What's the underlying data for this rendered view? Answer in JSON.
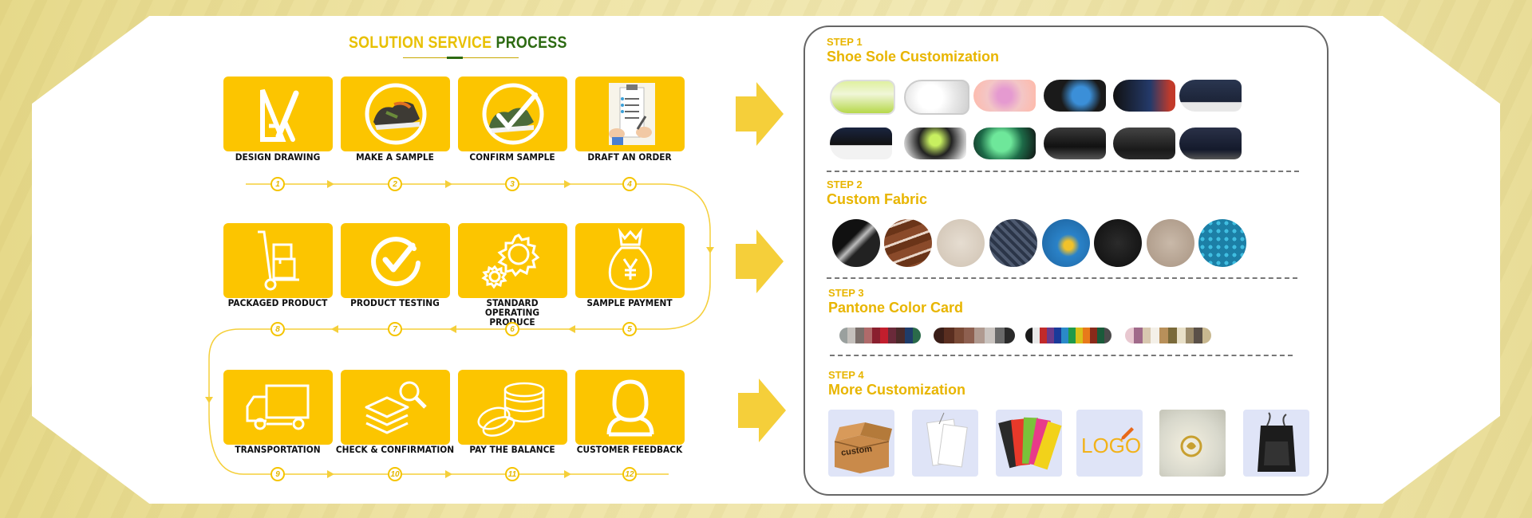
{
  "process": {
    "title_part1": "SOLUTION",
    "title_part2": "SERVICE",
    "title_part3": "PROCESS",
    "steps": [
      {
        "num": "1",
        "label": "DESIGN DRAWING",
        "icon": "drawing-tools-icon"
      },
      {
        "num": "2",
        "label": "MAKE A SAMPLE",
        "icon": "sample-shoe-icon"
      },
      {
        "num": "3",
        "label": "CONFIRM SAMPLE",
        "icon": "confirm-shoe-icon"
      },
      {
        "num": "4",
        "label": "DRAFT AN ORDER",
        "icon": "clipboard-icon"
      },
      {
        "num": "5",
        "label": "SAMPLE PAYMENT",
        "icon": "money-bag-icon"
      },
      {
        "num": "6",
        "label": "STANDARD OPERATING PRODUCE",
        "icon": "gear-icon"
      },
      {
        "num": "7",
        "label": "PRODUCT TESTING",
        "icon": "check-circle-icon"
      },
      {
        "num": "8",
        "label": "PACKAGED PRODUCT",
        "icon": "hand-truck-icon"
      },
      {
        "num": "9",
        "label": "TRANSPORTATION",
        "icon": "truck-icon"
      },
      {
        "num": "10",
        "label": "CHECK & CONFIRMATION",
        "icon": "layers-search-icon"
      },
      {
        "num": "11",
        "label": "PAY THE BALANCE",
        "icon": "coins-icon"
      },
      {
        "num": "12",
        "label": "CUSTOMER FEEDBACK",
        "icon": "person-icon"
      }
    ]
  },
  "customization": {
    "step1": {
      "label": "STEP 1",
      "title": "Shoe Sole Customization"
    },
    "step2": {
      "label": "STEP 2",
      "title": "Custom Fabric"
    },
    "step3": {
      "label": "STEP 3",
      "title": "Pantone Color Card"
    },
    "step4": {
      "label": "STEP 4",
      "title": "More Customization"
    },
    "more_items": {
      "box_text": "custom",
      "logo_text": "LOGO"
    }
  },
  "colors": {
    "brand_yellow": "#fcc500",
    "title_green": "#2d6a12",
    "step_yellow": "#e8b500"
  }
}
